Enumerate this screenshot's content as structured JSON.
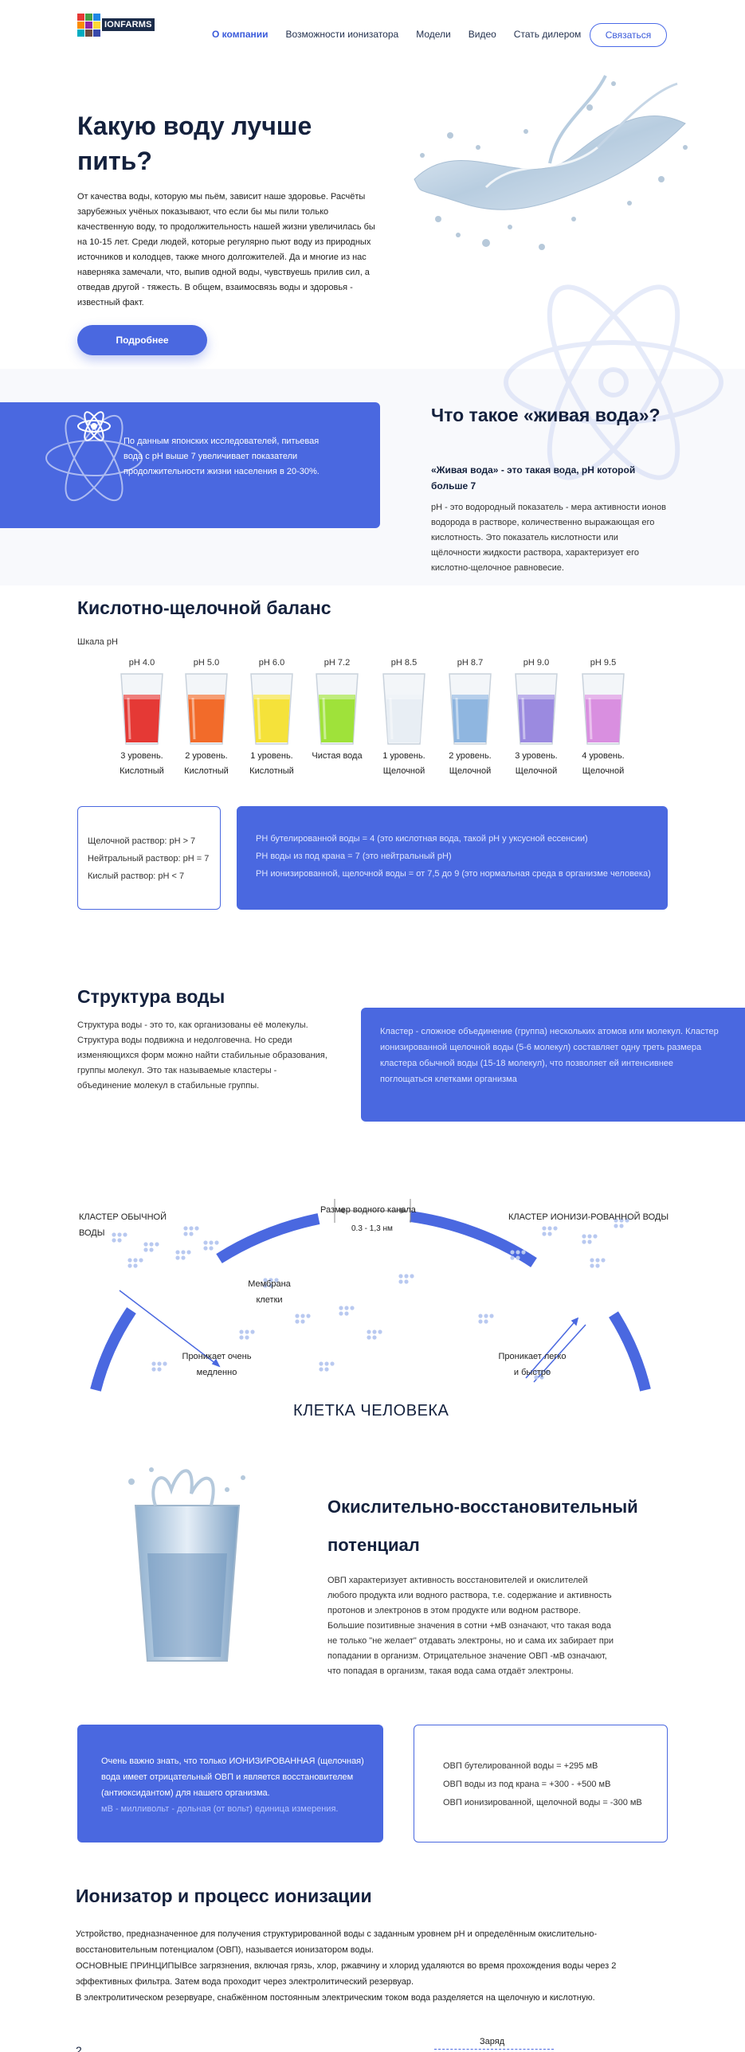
{
  "header": {
    "logo_text": "IONFARMS",
    "logo_colors": [
      "#e53935",
      "#43a047",
      "#1e88e5",
      "#fb8c00",
      "#8e24aa",
      "#fdd835",
      "#00acc1",
      "#6d4c41",
      "#3949ab"
    ],
    "nav": [
      {
        "label": "О компании",
        "active": true
      },
      {
        "label": "Возможности ионизатора",
        "active": false
      },
      {
        "label": "Модели",
        "active": false
      },
      {
        "label": "Видео",
        "active": false
      },
      {
        "label": "Стать дилером",
        "active": false
      }
    ],
    "contact_label": "Связаться"
  },
  "hero": {
    "title": "Какую воду лучше пить?",
    "text": "От качества воды, которую мы пьём, зависит наше здоровье. Расчёты зарубежных учёных показывают, что если бы мы пили только качественную воду, то продолжительность нашей жизни увеличилась бы на 10-15 лет. Среди людей, которые регулярно пьют воду из природных источников и колодцев, также много долгожителей. Да и многие из нас наверняка замечали, что, выпив одной воды, чувствуешь прилив сил, а отведав другой - тяжесть. В общем, взаимосвязь воды и здоровья - известный факт.",
    "button": "Подробнее"
  },
  "living_water": {
    "card_text": "По данным японских исследователей, питьевая вода с pH выше 7 увеличивает показатели продолжительности жизни населения в 20-30%.",
    "title": "Что такое «живая вода»?",
    "subtitle": "«Живая вода» - это такая вода, pH которой больше 7",
    "text": "pH - это водородный показатель - мера активности ионов водорода в растворе, количественно выражающая его кислотность. Это показатель кислотности или щёлочности жидкости раствора, характеризует его кислотно-щелочное равновесие."
  },
  "ph": {
    "title": "Кислотно-щелочной баланс",
    "scale_label": "Шкала pH",
    "glasses": [
      {
        "ph": "pH 4.0",
        "line1": "3 уровень.",
        "line2": "Кислотный",
        "color": "#e53935"
      },
      {
        "ph": "pH 5.0",
        "line1": "2 уровень.",
        "line2": "Кислотный",
        "color": "#f26b2a"
      },
      {
        "ph": "pH 6.0",
        "line1": "1 уровень.",
        "line2": "Кислотный",
        "color": "#f5e23a"
      },
      {
        "ph": "pH 7.2",
        "line1": "Чистая вода",
        "line2": "",
        "color": "#9fe23a"
      },
      {
        "ph": "pH 8.5",
        "line1": "1 уровень.",
        "line2": "Щелочной",
        "color": "#e8eef4"
      },
      {
        "ph": "pH 8.7",
        "line1": "2 уровень.",
        "line2": "Щелочной",
        "color": "#8fb6e0"
      },
      {
        "ph": "pH 9.0",
        "line1": "3 уровень.",
        "line2": "Щелочной",
        "color": "#9b8ae0"
      },
      {
        "ph": "pH 9.5",
        "line1": "4 уровень.",
        "line2": "Щелочной",
        "color": "#d98fe0"
      }
    ],
    "box_left": [
      "Щелочной раствор: pH > 7",
      "Нейтральный раствор: pH = 7",
      "Кислый раствор: pH < 7"
    ],
    "box_right": [
      "PH бутелированной воды = 4 (это кислотная вода, такой pH у уксусной ессенсии)",
      "PH воды из под крана = 7 (это нейтральный pH)",
      "PH ионизированной, щелочной воды = от 7,5 до 9 (это нормальная среда в организме человека)"
    ]
  },
  "structure": {
    "title": "Структура воды",
    "text": "Структура воды - это то, как организованы её молекулы. Структура воды подвижна и недолговечна. Но среди изменяющихся форм можно найти стабильные образования, группы молекул. Это так называемые кластеры - объединение молекул в стабильные группы.",
    "card": "Кластер - сложное объединение (группа) нескольких атомов или молекул. Кластер ионизированной щелочной воды (5-6 молекул) составляет одну треть размера кластера обычной воды (15-18 молекул), что позволяет ей интенсивнее поглощаться клетками организма"
  },
  "cell": {
    "left_cluster": "КЛАСТЕР ОБЫЧНОЙ ВОДЫ",
    "right_cluster": "КЛАСТЕР ИОНИЗИ-РОВАННОЙ ВОДЫ",
    "channel": "Размер водного канала",
    "channel_size": "0.3 - 1,3 нм",
    "membrane": "Мембрана клетки",
    "penetrates_hard": "Проникает очень медленно",
    "penetrates_easy": "Проникает легко и быстро",
    "title": "КЛЕТКА ЧЕЛОВЕКА"
  },
  "orp": {
    "title": "Окислительно-восстановительный потенциал",
    "text1": "ОВП характеризует активность восстановителей и окислителей любого продукта или водного раствора, т.е. содержание и активность протонов и электронов в этом продукте или водном растворе.",
    "text2": "Большие позитивные значения в сотни +мВ означают, что такая вода не только \"не желает\" отдавать электроны, но и сама их забирает при попадании в организм. Отрицательное значение ОВП -мВ означают, что попадая в организм, такая вода сама отдаёт электроны.",
    "card": "Очень важно знать, что только ИОНИЗИРОВАННАЯ (щелочная) вода имеет отрицательный ОВП и является восстановителем (антиоксидантом) для нашего организма.",
    "card_muted": "мВ - милливольт - дольная (от вольт) единица измерения.",
    "values": [
      "ОВП бутелированной воды = +295 мВ",
      "ОВП воды из под крана = +300 - +500 мВ",
      "ОВП ионизированной, щелочной воды = -300 мВ"
    ]
  },
  "ionizer": {
    "title": "Ионизатор и процесс ионизации",
    "p1": "Устройство, предназначенное для получения структурированной воды с заданным уровнем pH и определённым окислительно-восстановительным потенциалом (ОВП), называется ионизатором воды.",
    "p2": "ОСНОВНЫЕ ПРИНЦИПЫВсе загрязнения, включая грязь, хлор, ржавчину и хлорид удаляются во время прохождения воды через 2 эффективных фильтра. Затем вода проходит через электролитический резервуар.",
    "p3": "В электролитическом резервуаре, снабжённом постоянным электрическим током вода разделяется на щелочную и кислотную.",
    "charge": "Заряд",
    "bottom_digit": "2"
  },
  "accent": "#4a68e0"
}
